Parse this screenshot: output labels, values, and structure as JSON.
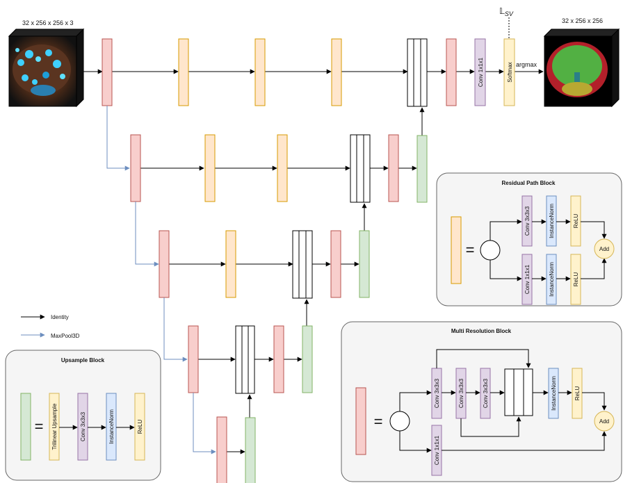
{
  "input_dim": "32 x 256 x 256 x 3",
  "output_dim": "32 x 256 x 256",
  "loss_label": "𝕃",
  "loss_sub": "SV",
  "argmax": "argmax",
  "conv1x1_label": "Conv 1x1x1",
  "softmax_label": "Softmax",
  "legend": {
    "identity": "Identity",
    "maxpool": "MaxPool3D"
  },
  "upsample_block": {
    "title": "Upsample Block",
    "equals": "=",
    "layers": [
      "Trilinear Upsample",
      "Conv 3x3x3",
      "InstanceNorm",
      "ReLU"
    ]
  },
  "residual_block": {
    "title": "Residual Path Block",
    "equals": "=",
    "top": [
      "Conv 3x3x3",
      "InstanceNorm",
      "ReLU"
    ],
    "bottom": [
      "Conv 1x1x1",
      "InstanceNorm",
      "ReLU"
    ],
    "add": "Add"
  },
  "multires_block": {
    "title": "Multi Resolution Block",
    "equals": "=",
    "convs": [
      "Conv 3x3x3",
      "Conv 3x3x3",
      "Conv 3x3x3"
    ],
    "shortcut": "Conv 1x1x1",
    "norm": "InstanceNorm",
    "relu": "ReLU",
    "add": "Add"
  },
  "colors": {
    "red_fill": "#f8cecc",
    "red_stroke": "#b85450",
    "orange_fill": "#ffe6cc",
    "orange_stroke": "#d79b00",
    "green_fill": "#d5e8d4",
    "green_stroke": "#82b366",
    "purple_fill": "#e1d5e7",
    "purple_stroke": "#9673a6",
    "blue_fill": "#dae8fc",
    "blue_stroke": "#6c8ebf",
    "yellow_fill": "#fff2cc",
    "yellow_stroke": "#d6b656",
    "maxpool_arrow": "#6c8ebf"
  }
}
